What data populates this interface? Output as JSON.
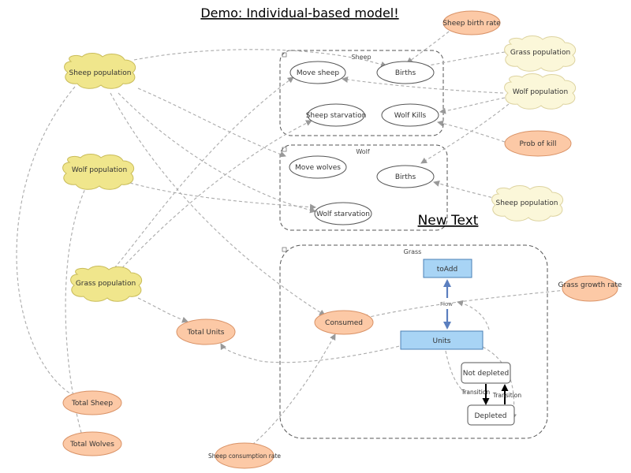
{
  "title": "Demo: Individual-based model!",
  "new_text": "New Text",
  "groups": {
    "sheep": "Sheep",
    "wolf": "Wolf",
    "grass": "Grass"
  },
  "variables": {
    "sheep_population": "Sheep population",
    "wolf_population": "Wolf population",
    "grass_population": "Grass population"
  },
  "parameters": {
    "sheep_birth_rate": "Sheep birth rate",
    "prob_of_kill": "Prob of kill",
    "grass_growth_rate": "Grass growth rate",
    "sheep_consumption_rate": "Sheep consumption rate"
  },
  "ghosts": {
    "grass_population": "Grass population",
    "wolf_population": "Wolf population",
    "sheep_population": "Sheep population"
  },
  "actions": {
    "move_sheep": "Move sheep",
    "sheep_births": "Births",
    "sheep_starvation": "Sheep starvation",
    "wolf_kills": "Wolf Kills",
    "move_wolves": "Move wolves",
    "wolf_births": "Births",
    "wolf_starvation": "Wolf starvation"
  },
  "outputs": {
    "total_units": "Total Units",
    "consumed": "Consumed",
    "total_sheep": "Total Sheep",
    "total_wolves": "Total Wolves"
  },
  "stocks": {
    "to_add": "toAdd",
    "units": "Units"
  },
  "flow_label": "Flow",
  "states": {
    "not_depleted": "Not depleted",
    "depleted": "Depleted"
  },
  "transitions": {
    "t1": "Transition",
    "t2": "Transition"
  },
  "colors": {
    "cloud_yellow": "#f0e68c",
    "cloud_pale": "#fbf7d9",
    "salmon": "#fcc9a6",
    "stock_blue": "#a8d4f5"
  }
}
